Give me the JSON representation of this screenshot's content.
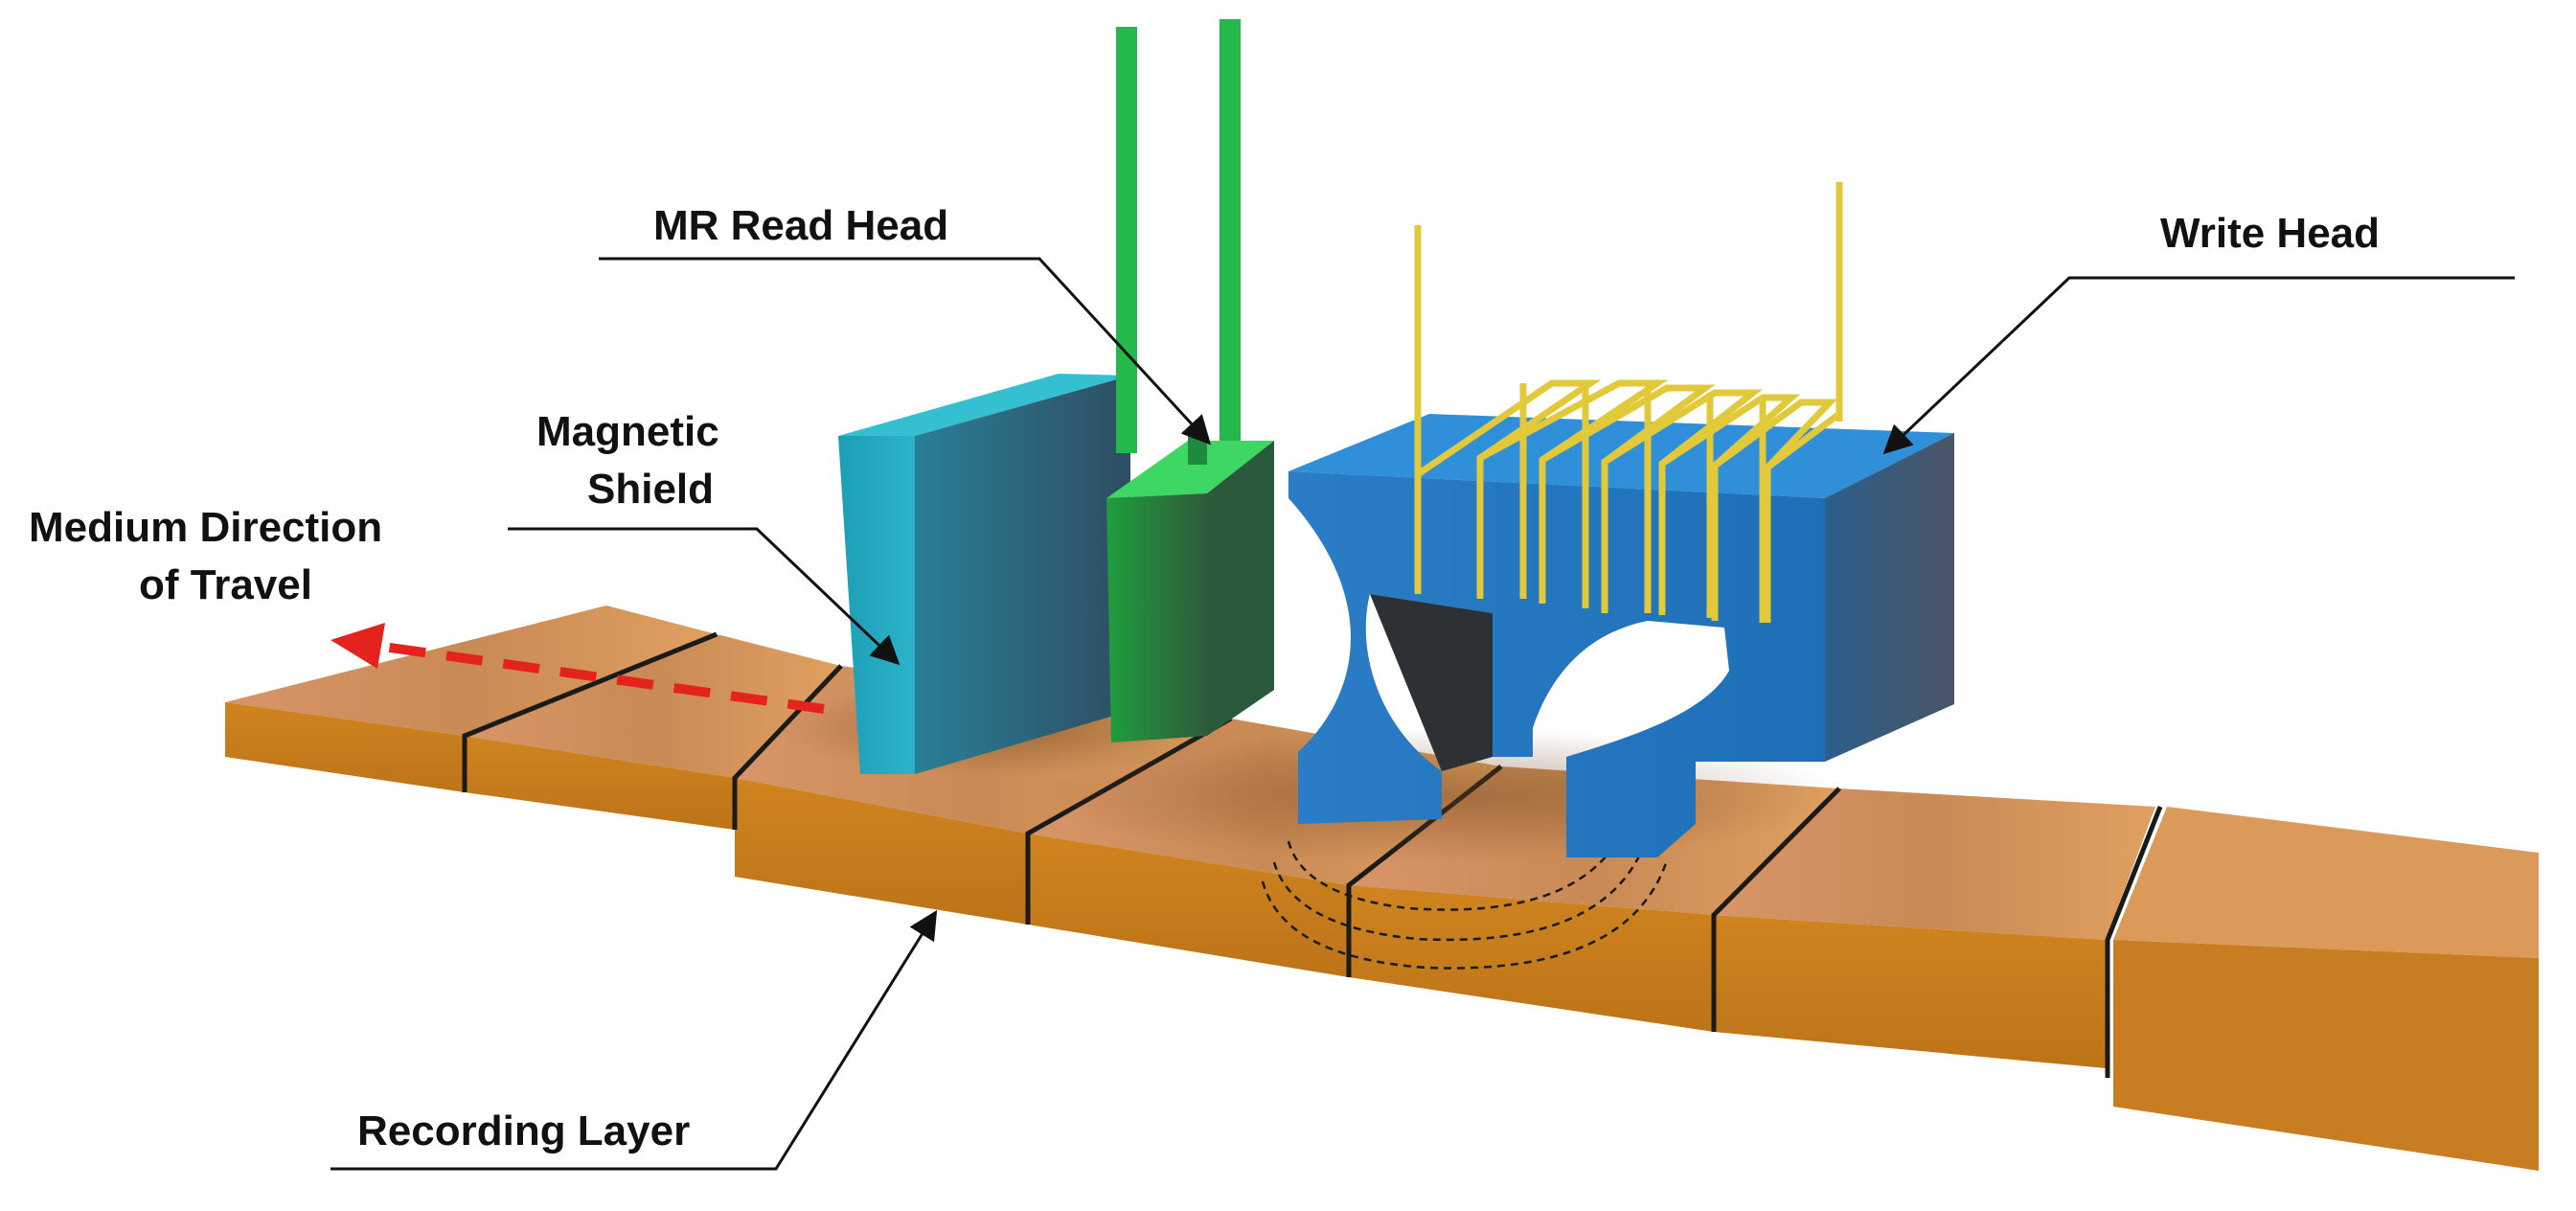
{
  "labels": {
    "mr_read_head": "MR Read Head",
    "write_head": "Write Head",
    "magnetic_shield_line1": "Magnetic",
    "magnetic_shield_line2": "Shield",
    "medium_direction_line1": "Medium Direction",
    "medium_direction_line2": "of Travel",
    "recording_layer": "Recording Layer"
  },
  "colors": {
    "recording_layer_top": "#d9925a",
    "recording_layer_front": "#c77a1e",
    "magnetic_shield": "#2aaec4",
    "mr_read_head": "#22b84a",
    "write_head": "#1f7ec9",
    "coil": "#e1c93a",
    "direction_arrow": "#e3231c"
  }
}
